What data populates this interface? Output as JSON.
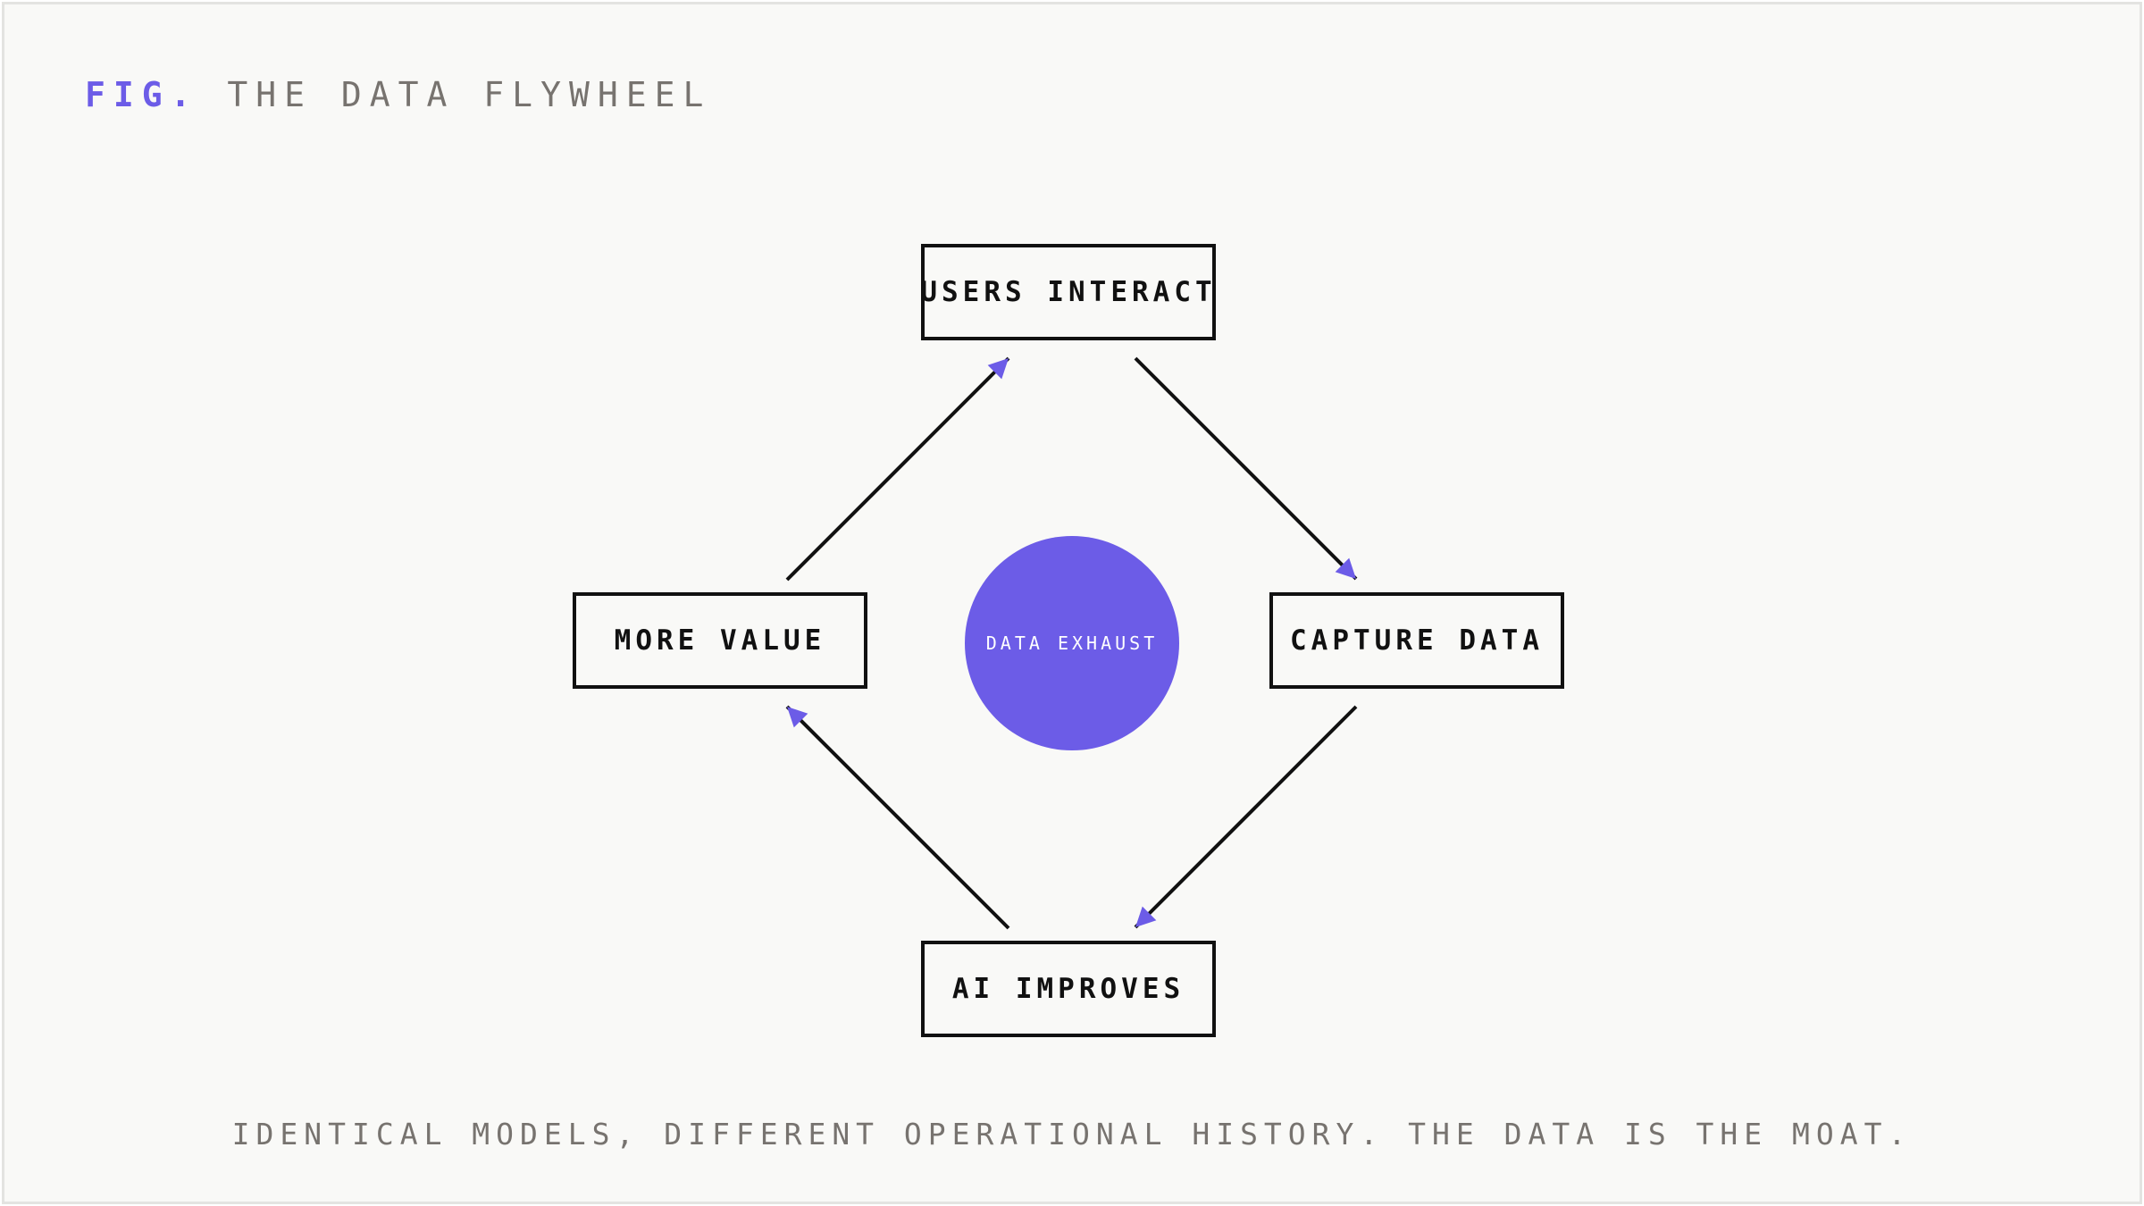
{
  "header": {
    "prefix": "FIG.",
    "title": "THE DATA FLYWHEEL"
  },
  "nodes": {
    "top": "USERS INTERACT",
    "right": "CAPTURE DATA",
    "bottom": "AI IMPROVES",
    "left": "MORE VALUE"
  },
  "hub": {
    "label": "DATA EXHAUST"
  },
  "caption": "IDENTICAL MODELS, DIFFERENT OPERATIONAL HISTORY. THE DATA IS THE MOAT.",
  "colors": {
    "accent": "#6c5ce7",
    "ink": "#111111",
    "muted": "#77736f",
    "background": "#f9f9f7"
  }
}
